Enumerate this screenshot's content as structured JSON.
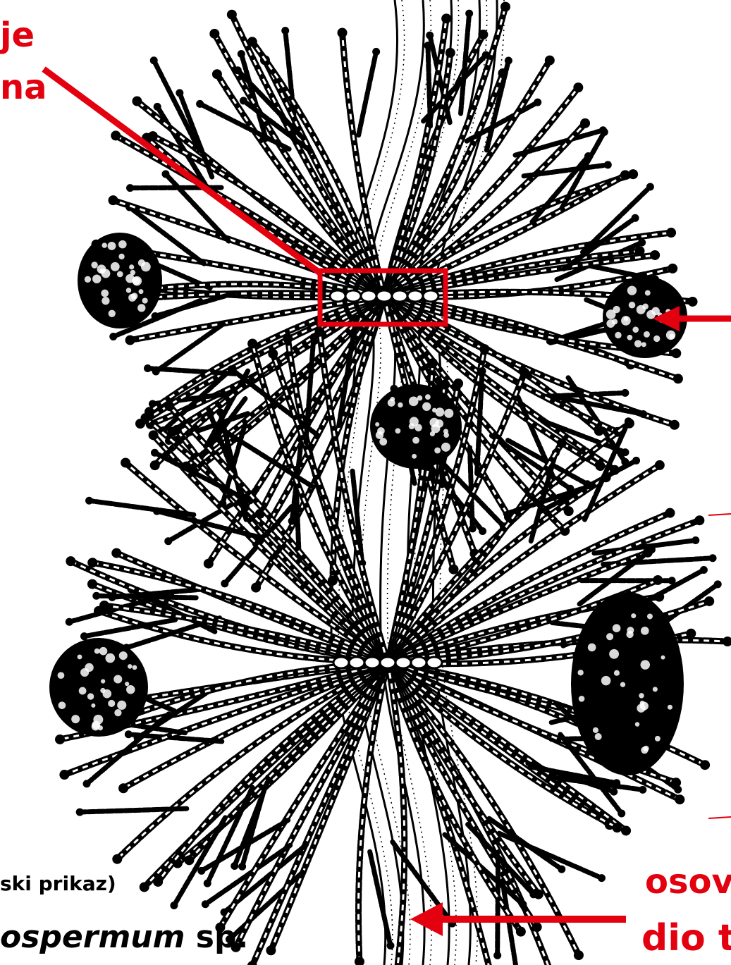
{
  "labels": {
    "top_left_line1": "je",
    "top_left_line2": "na",
    "bottom_right_line1": "osov",
    "bottom_right_line2": "dio t",
    "caption_line1": "ski prikaz)",
    "caption_genus": "ospermum",
    "caption_sp": " sp."
  },
  "colors": {
    "annotation": "#e3000f",
    "drawing": "#000000",
    "background": "#ffffff"
  }
}
